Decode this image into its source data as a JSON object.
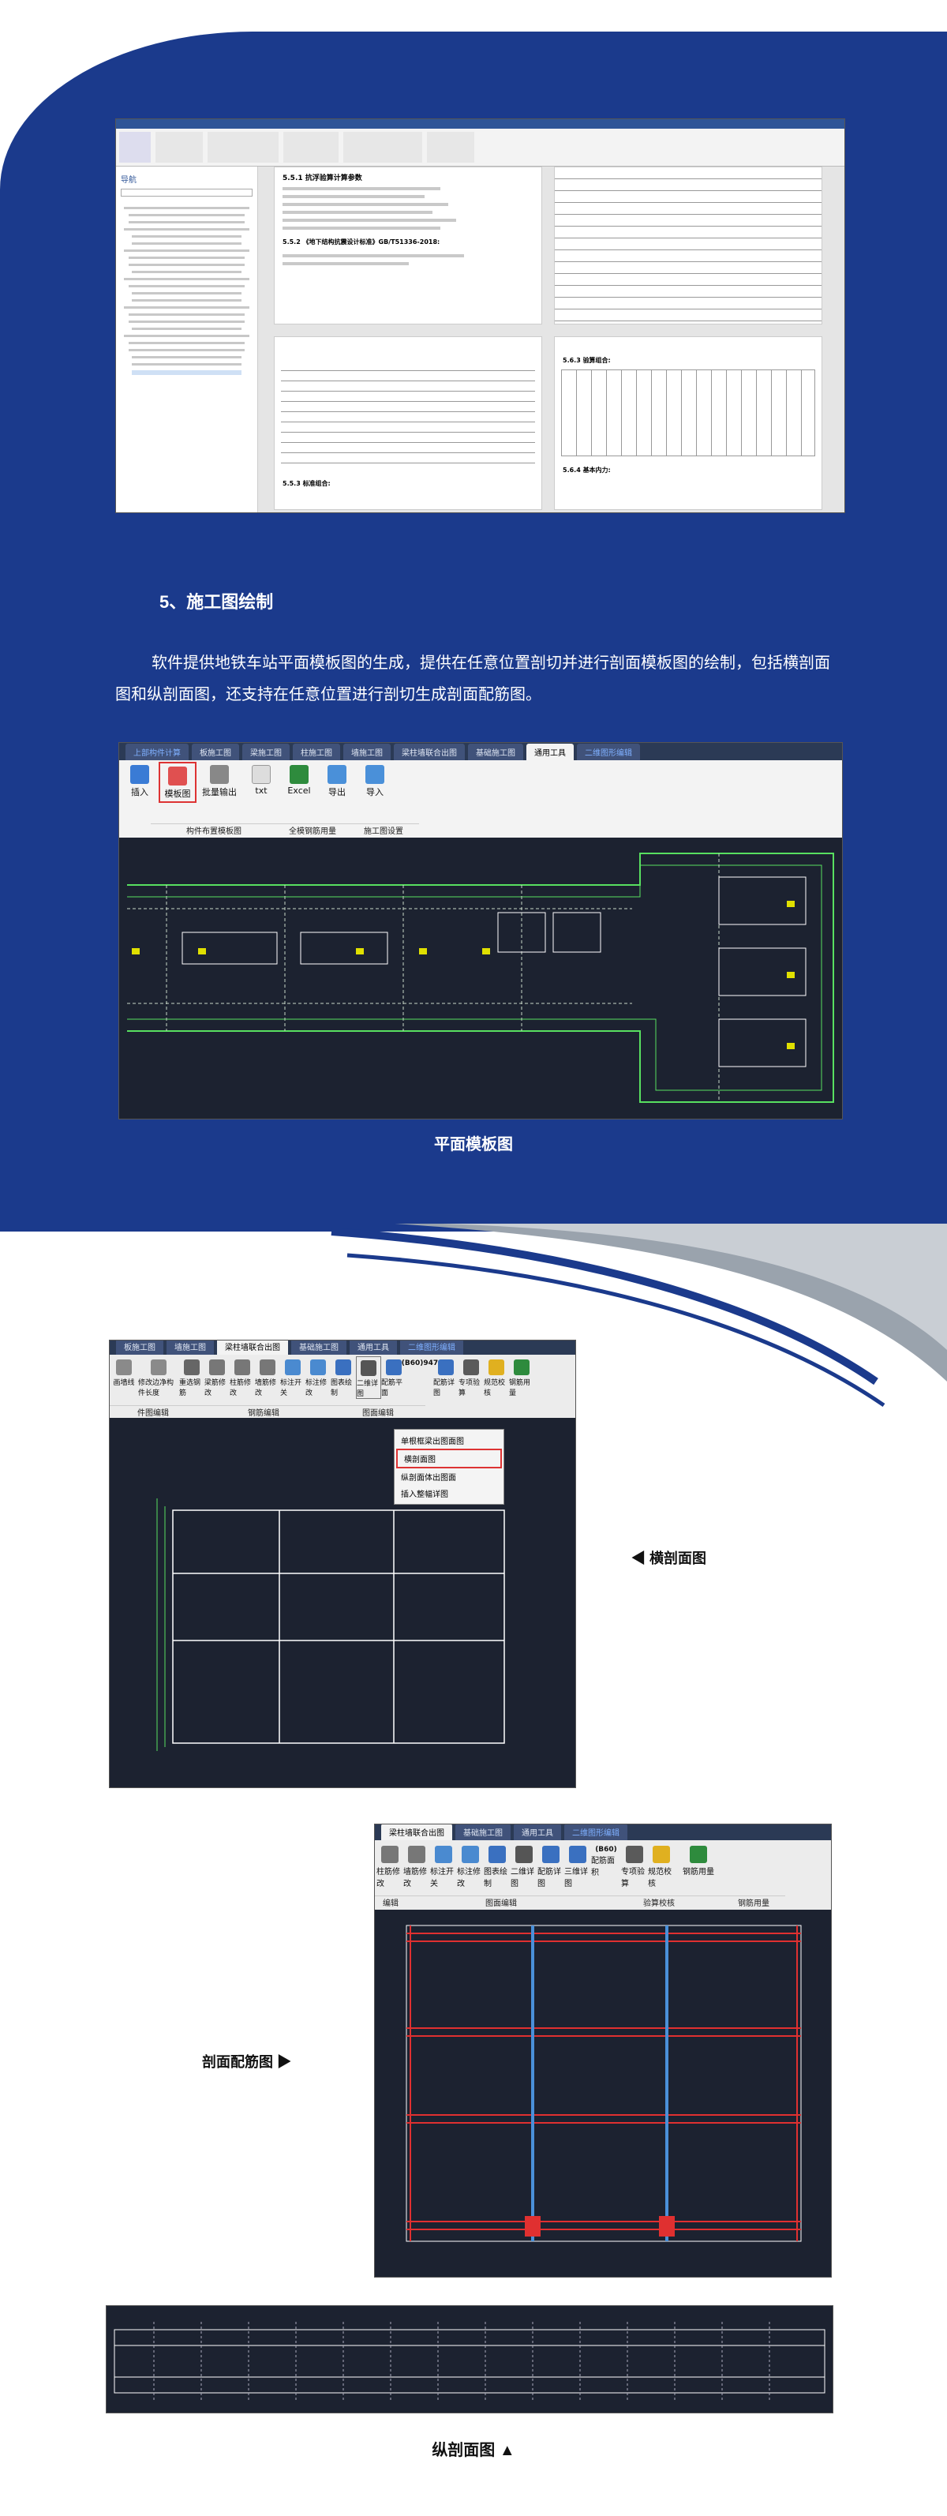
{
  "section": {
    "heading": "5、施工图绘制",
    "paragraph": "软件提供地铁车站平面模板图的生成，提供在任意位置剖切并进行剖面模板图的绘制，包括横剖面图和纵剖面图，还支持在任意位置进行剖切生成剖面配筋图。"
  },
  "doc_screenshot": {
    "sidebar_title": "导航",
    "sections": [
      "5.5.1 抗浮验算计算参数",
      "5.5.2 《地下结构抗震设计标准》GB/T51336-2018:",
      "5.6.3 验算组合:",
      "5.6.4 基本内力:",
      "5.5.3 标准组合:"
    ]
  },
  "plan": {
    "tabs": [
      "上部构件计算",
      "板施工图",
      "梁施工图",
      "柱施工图",
      "墙施工图",
      "梁柱墙联合出图",
      "基础施工图",
      "通用工具",
      "二维图形编辑"
    ],
    "buttons": [
      "插入",
      "模板图",
      "批量输出",
      "txt",
      "Excel",
      "导出",
      "导入"
    ],
    "groups": [
      "构件布置模板图",
      "全模钢筋用量",
      "施工图设置"
    ],
    "caption": "平面模板图"
  },
  "cross": {
    "tabs": [
      "板施工图",
      "墙施工图",
      "梁柱墙联合出图",
      "基础施工图",
      "通用工具",
      "二维图形编辑"
    ],
    "buttons": [
      "画墙线",
      "修改边净构件长度",
      "重选钢筋",
      "梁筋修改",
      "柱筋修改",
      "墙筋修改",
      "标注开关",
      "标注修改",
      "图表绘制",
      "二维详图",
      "配筋平面",
      "(B60)947",
      "配筋详图",
      "专项验算",
      "规范校核",
      "钢筋用量"
    ],
    "groups": [
      "件图编辑",
      "钢筋编辑",
      "图面编辑"
    ],
    "menu": [
      "单根框梁出图面图",
      "横剖面图",
      "纵剖面体出图面",
      "插入整幅详图"
    ],
    "caption": "◀ 横剖面图"
  },
  "rebar": {
    "tabs": [
      "梁柱墙联合出图",
      "基础施工图",
      "通用工具",
      "二维图形编辑"
    ],
    "buttons": [
      "柱筋修改",
      "墙筋修改",
      "标注开关",
      "标注修改",
      "图表绘制",
      "二维详图",
      "配筋详图",
      "三维详图",
      "配筋面积",
      "专项验算",
      "规范校核",
      "钢筋用量"
    ],
    "groups": [
      "编辑",
      "图面编辑",
      "验算校核",
      "钢筋用量"
    ],
    "caption": "剖面配筋图 ▶"
  },
  "long": {
    "caption": "纵剖面图 ▲"
  },
  "colors": {
    "blue": "#1b3a8c",
    "cad_bg": "#1c2230",
    "cad_green": "#58e060",
    "rebar_red": "#e03030"
  }
}
